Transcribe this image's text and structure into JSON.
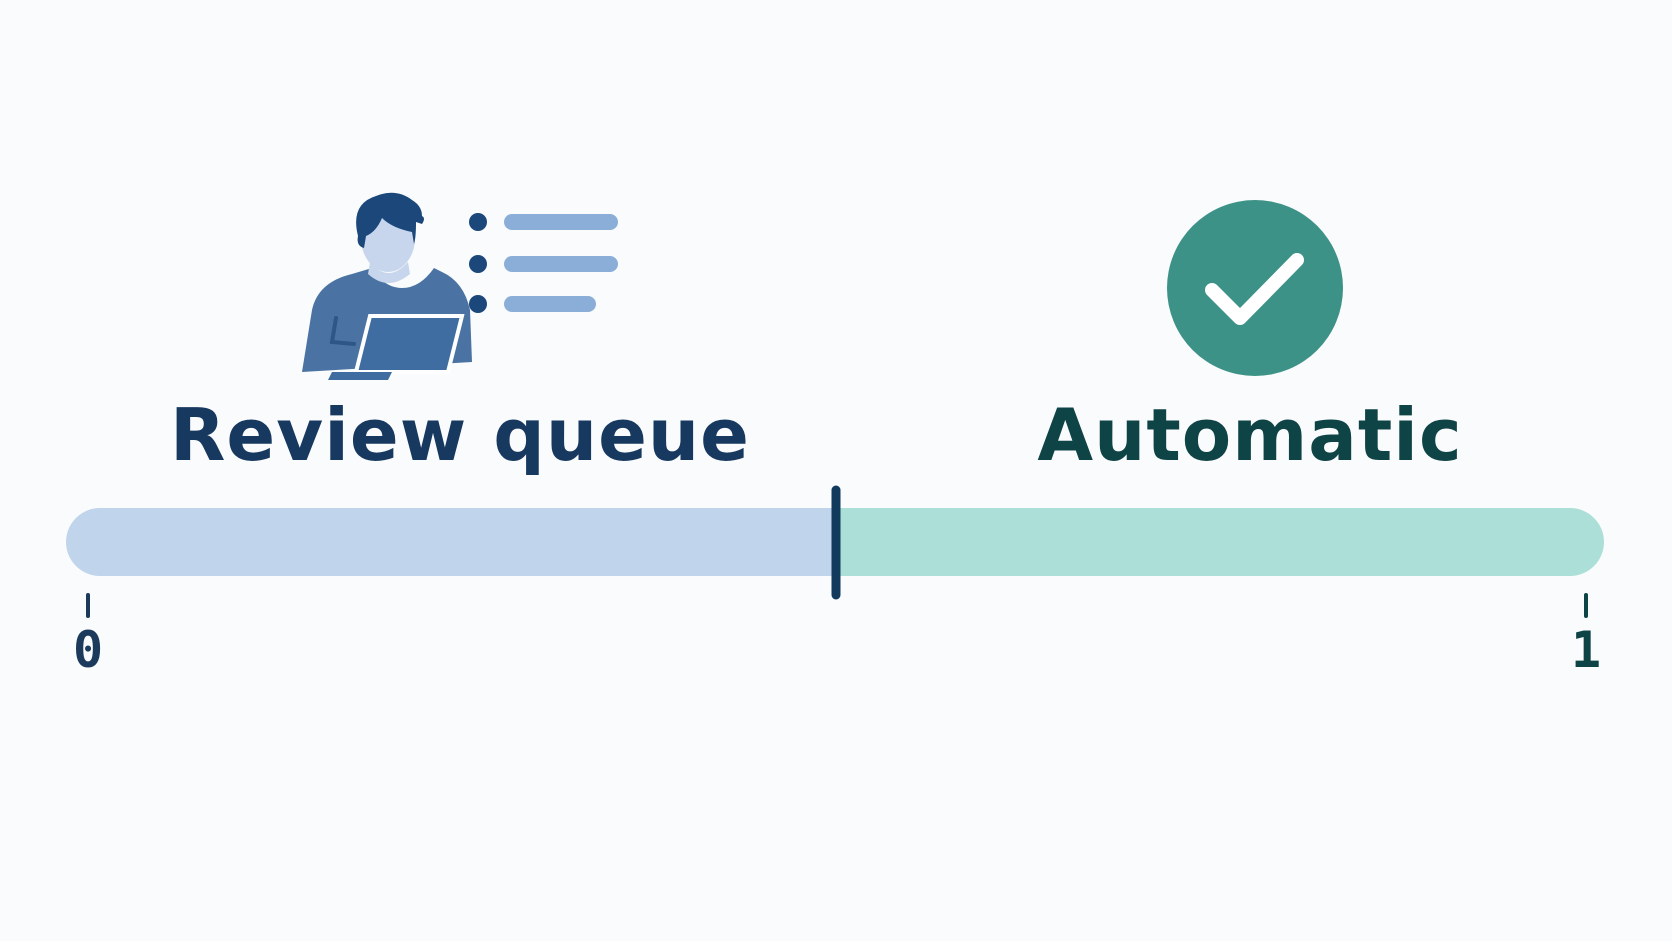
{
  "zones": {
    "review": {
      "label": "Review queue",
      "icon": "person-with-laptop-and-list-icon"
    },
    "automatic": {
      "label": "Automatic",
      "icon": "check-circle-icon"
    }
  },
  "scale": {
    "min_label": "0",
    "max_label": "1",
    "min": 0,
    "max": 1,
    "threshold": 0.5
  },
  "colors": {
    "review_track": "#c0d4eb",
    "automatic_track": "#acdfd8",
    "threshold_marker": "#123a5c",
    "review_text": "#17385f",
    "automatic_text": "#0f4447",
    "check_circle": "#3d9287",
    "person_icon": "#486f9f",
    "person_hair": "#1b477a",
    "list_lines": "#8aaed7",
    "list_dots": "#1b477a",
    "tick_0": "#1b3a5c",
    "tick_1": "#0f4447"
  }
}
